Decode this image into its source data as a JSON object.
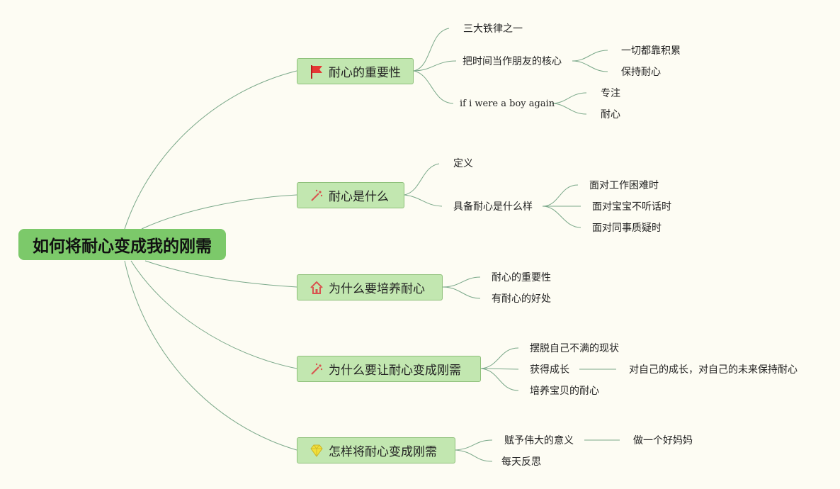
{
  "root": {
    "title": "如何将耐心变成我的刚需"
  },
  "branches": [
    {
      "label": "耐心的重要性",
      "icon": "red-flag-icon",
      "children": [
        {
          "label": "三大铁律之一"
        },
        {
          "label": "把时间当作朋友的核心",
          "children": [
            {
              "label": "一切都靠积累"
            },
            {
              "label": "保持耐心"
            }
          ]
        },
        {
          "label": "if i were a boy again",
          "children": [
            {
              "label": "专注"
            },
            {
              "label": "耐心"
            }
          ]
        }
      ]
    },
    {
      "label": "耐心是什么",
      "icon": "magic-wand-icon",
      "children": [
        {
          "label": "定义"
        },
        {
          "label": "具备耐心是什么样",
          "children": [
            {
              "label": "面对工作困难时"
            },
            {
              "label": "面对宝宝不听话时"
            },
            {
              "label": "面对同事质疑时"
            }
          ]
        }
      ]
    },
    {
      "label": "为什么要培养耐心",
      "icon": "house-icon",
      "children": [
        {
          "label": "耐心的重要性"
        },
        {
          "label": "有耐心的好处"
        }
      ]
    },
    {
      "label": "为什么要让耐心变成刚需",
      "icon": "magic-wand-icon",
      "children": [
        {
          "label": "摆脱自己不满的现状"
        },
        {
          "label": "获得成长",
          "children": [
            {
              "label": "对自己的成长，对自己的未来保持耐心"
            }
          ]
        },
        {
          "label": "培养宝贝的耐心"
        }
      ]
    },
    {
      "label": "怎样将耐心变成刚需",
      "icon": "diamond-icon",
      "children": [
        {
          "label": "赋予伟大的意义",
          "children": [
            {
              "label": "做一个好妈妈"
            }
          ]
        },
        {
          "label": "每天反思"
        }
      ]
    }
  ],
  "colors": {
    "background": "#fdfcf3",
    "root": "#7cc96a",
    "branch": "#c2e7b0",
    "line": "#7aa889",
    "flag": "#e53935",
    "wand": "#d9534f",
    "house": "#d9534f",
    "diamond": "#f2df3a"
  }
}
